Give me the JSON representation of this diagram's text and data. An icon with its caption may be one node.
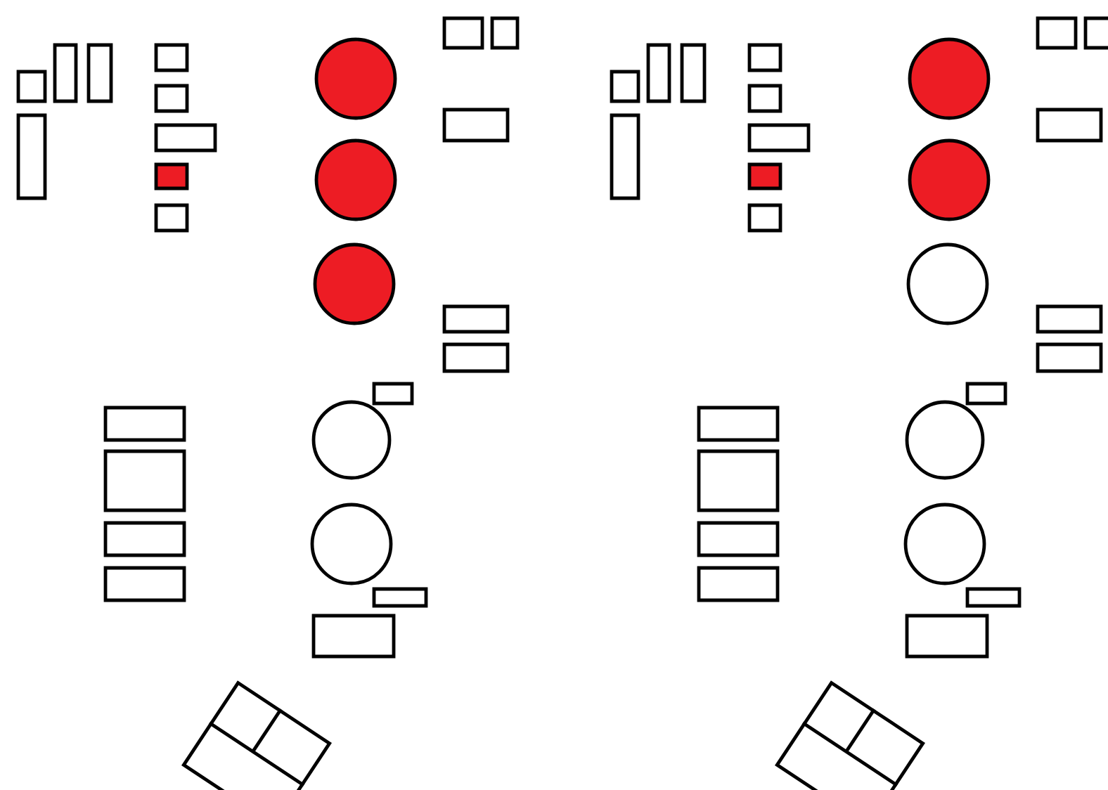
{
  "diagram": {
    "nodes": [
      {
        "text": [],
        "shape": "box"
      },
      {
        "text": [],
        "shape": "box"
      },
      {
        "text": [],
        "shape": "box"
      },
      {
        "text": [],
        "shape": "box"
      },
      {
        "text": [],
        "shape": "box"
      },
      {
        "text": [],
        "shape": "box"
      },
      {
        "text": [],
        "shape": "box"
      },
      {
        "text": [],
        "shape": "box"
      },
      {
        "text": [],
        "shape": "box"
      },
      {
        "text": [],
        "shape": "circle"
      },
      {
        "text": [],
        "shape": "circle"
      },
      {
        "text": [],
        "shape": "circle"
      },
      {
        "text": [],
        "shape": "circle"
      },
      {
        "text": [],
        "shape": "circle"
      },
      {
        "text": [],
        "shape": "box"
      },
      {
        "text": [],
        "shape": "box"
      },
      {
        "text": [],
        "shape": "box"
      },
      {
        "text": [],
        "shape": "box"
      },
      {
        "text": [],
        "shape": "box"
      },
      {
        "text": [],
        "shape": "box"
      },
      {
        "text": [],
        "shape": "box"
      },
      {
        "text": [],
        "shape": "box"
      },
      {
        "text": [],
        "shape": "box"
      },
      {
        "text": [],
        "shape": "box"
      },
      {
        "text": [],
        "shape": "box"
      },
      {
        "text": [],
        "shape": "box"
      },
      {
        "text": [],
        "shape": "box"
      },
      {
        "text": [],
        "shape": "box"
      },
      {
        "text": [],
        "shape": "box"
      },
      {
        "text": [],
        "shape": "box"
      },
      {
        "text": [],
        "shape": "box"
      },
      {
        "text": [],
        "shape": "box"
      },
      {
        "text": [],
        "shape": "box"
      },
      {
        "text": [],
        "shape": "box"
      },
      {
        "text": [],
        "shape": "box"
      },
      {
        "text": [],
        "shape": "box"
      },
      {
        "text": [],
        "shape": "circle"
      },
      {
        "text": [],
        "shape": "circle"
      },
      {
        "text": [],
        "shape": "circle"
      },
      {
        "text": [],
        "shape": "circle"
      },
      {
        "text": [],
        "shape": "circle"
      },
      {
        "text": [],
        "shape": "box"
      },
      {
        "text": [],
        "shape": "box"
      },
      {
        "text": [],
        "shape": "box"
      },
      {
        "text": [],
        "shape": "box"
      },
      {
        "text": [],
        "shape": "box"
      },
      {
        "text": [],
        "shape": "box"
      },
      {
        "text": [],
        "shape": "box"
      },
      {
        "text": [],
        "shape": "box"
      },
      {
        "text": [],
        "shape": "box"
      },
      {
        "text": [],
        "shape": "box"
      },
      {
        "text": [],
        "shape": "box"
      },
      {
        "text": [],
        "shape": "box"
      },
      {
        "text": [],
        "shape": "box"
      }
    ]
  }
}
